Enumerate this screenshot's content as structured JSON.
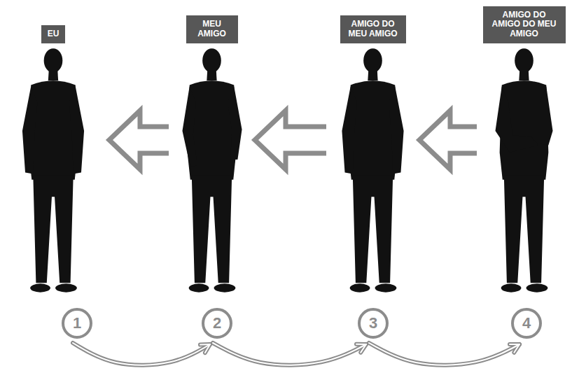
{
  "diagram": {
    "nodes": [
      {
        "text": [
          "EU"
        ]
      },
      {
        "text": [
          "MEU AMIGO"
        ]
      },
      {
        "text": [
          "AMIGO DO MEU AMIGO"
        ]
      },
      {
        "text": [
          "AMIGO DO AMIGO DO MEU AMIGO"
        ]
      },
      {
        "text": [
          "1"
        ]
      },
      {
        "text": [
          "2"
        ]
      },
      {
        "text": [
          "3"
        ]
      },
      {
        "text": [
          "4"
        ]
      }
    ],
    "edges": [
      {
        "from": 1,
        "to": 0,
        "arrow": "to"
      },
      {
        "from": 2,
        "to": 1,
        "arrow": "to"
      },
      {
        "from": 3,
        "to": 2,
        "arrow": "to"
      },
      {
        "from": 4,
        "to": 5,
        "arrow": "to"
      },
      {
        "from": 5,
        "to": 6,
        "arrow": "to"
      },
      {
        "from": 6,
        "to": 7,
        "arrow": "to"
      }
    ]
  }
}
